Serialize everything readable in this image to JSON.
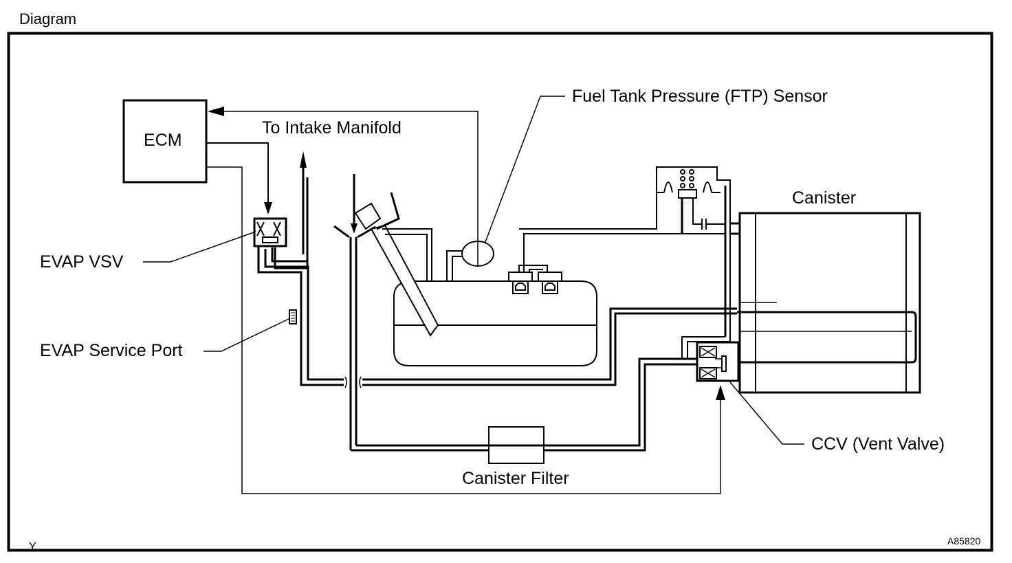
{
  "header": {
    "title": "Diagram"
  },
  "diagram": {
    "labels": {
      "ecm": "ECM",
      "intake": "To Intake Manifold",
      "ftp_sensor": "Fuel Tank Pressure (FTP) Sensor",
      "canister": "Canister",
      "evap_vsv": "EVAP VSV",
      "service_port": "EVAP Service Port",
      "ccv": "CCV (Vent Valve)",
      "canister_filter": "Canister Filter"
    },
    "footer": {
      "left_mark": "Y",
      "figure_id": "A85820"
    }
  }
}
